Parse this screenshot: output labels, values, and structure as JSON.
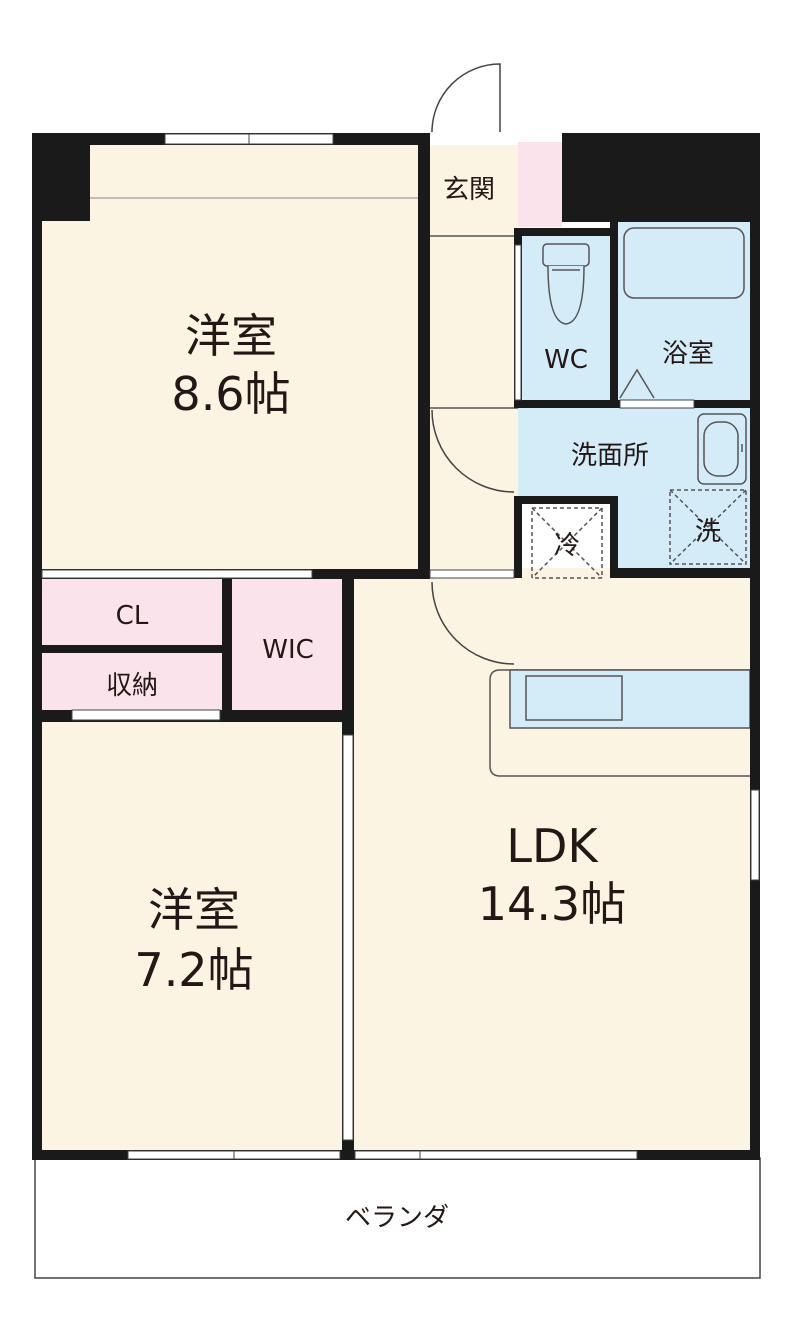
{
  "rooms": {
    "western1": {
      "name": "洋室",
      "size": "8.6帖"
    },
    "western2": {
      "name": "洋室",
      "size": "7.2帖"
    },
    "ldk": {
      "name": "LDK",
      "size": "14.3帖"
    },
    "entrance": "玄関",
    "wc": "WC",
    "bath": "浴室",
    "washroom": "洗面所",
    "fridge": "冷",
    "washer": "洗",
    "closet": "CL",
    "storage": "収納",
    "wic": "WIC",
    "veranda": "ベランダ"
  },
  "colors": {
    "room_floor": "#fbf4e2",
    "wet_area": "#d4ecf8",
    "storage": "#fbe3ec",
    "wall": "#1a1a1a"
  }
}
